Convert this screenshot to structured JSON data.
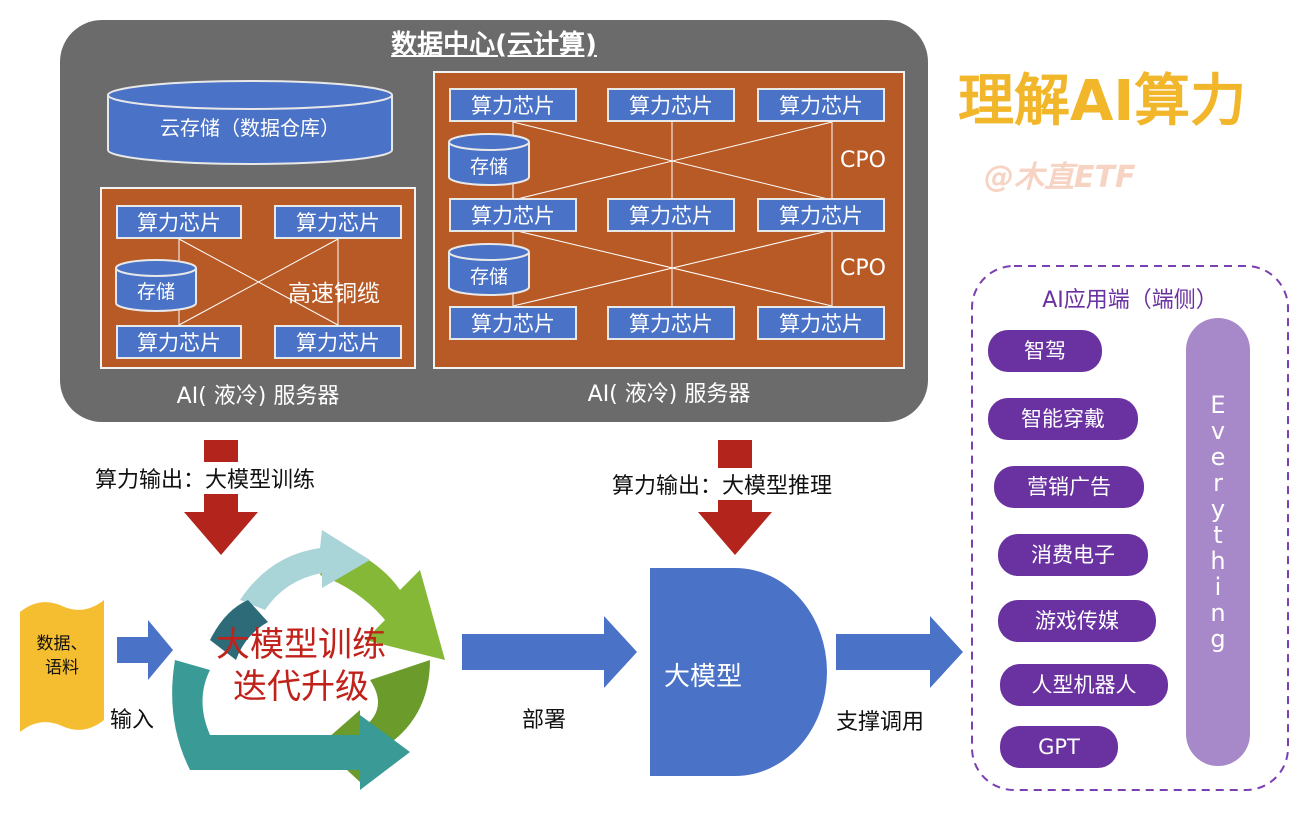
{
  "page_title": "理解AI算力",
  "watermark": "@木直ETF",
  "datacenter": {
    "title": "数据中心(云计算)",
    "cloud_storage": "云存储（数据仓库）",
    "chip_label": "算力芯片",
    "storage_label": "存储",
    "cable_label": "高速铜缆",
    "cpo_label": "CPO",
    "server_left_label": "AI( 液冷) 服务器",
    "server_right_label": "AI( 液冷) 服务器"
  },
  "flow": {
    "output_training": "算力输出：大模型训练",
    "output_inference": "算力输出：大模型推理",
    "data_input": "数据、\n语料",
    "input_label": "输入",
    "training_label": "大模型训练\n迭代升级",
    "deploy_label": "部署",
    "model_label": "大模型",
    "support_label": "支撑调用"
  },
  "apps": {
    "title": "AI应用端（端侧）",
    "items": [
      "智驾",
      "智能穿戴",
      "营销广告",
      "消费电子",
      "游戏传媒",
      "人型机器人",
      "GPT"
    ],
    "everything": "Everything"
  },
  "colors": {
    "chip": "#4a72c6",
    "server": "#b85a25",
    "arrow_red": "#b3251c",
    "arrow_blue": "#4a72c6",
    "purple": "#6a31a0",
    "title_yellow": "#f2b62b"
  }
}
